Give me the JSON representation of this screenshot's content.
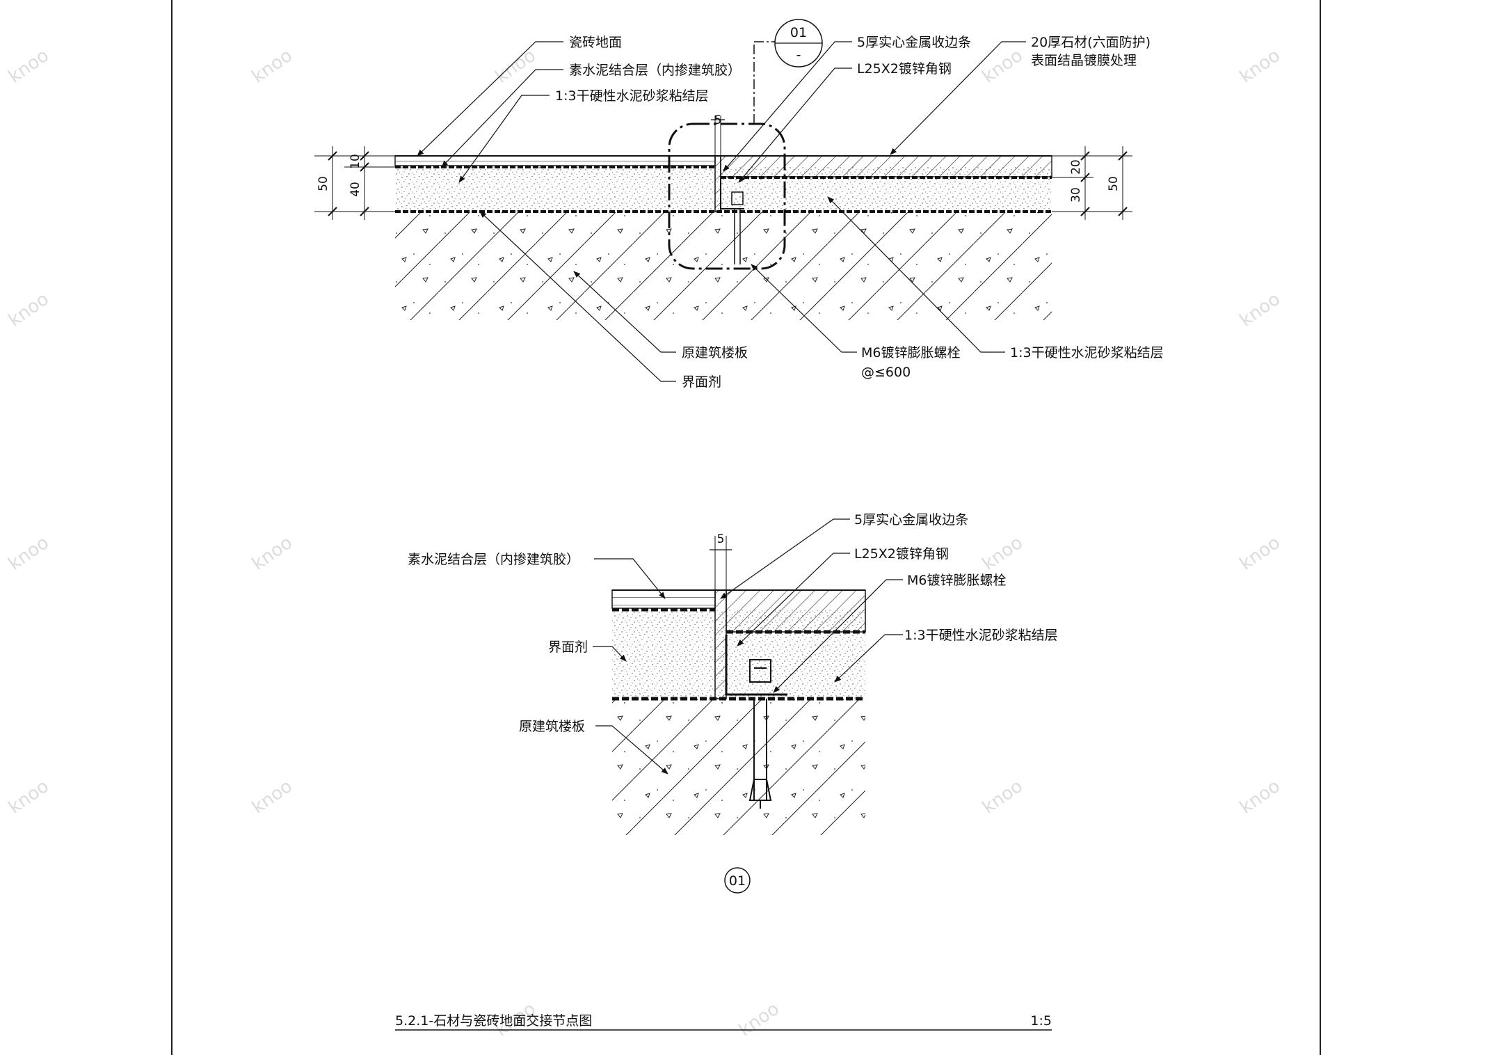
{
  "frame": {
    "stroke_color": "#222222"
  },
  "section_top": {
    "labels": {
      "tile_floor": "瓷砖地面",
      "cement_bond_layer": "素水泥结合层（内掺建筑胶）",
      "mortar_layer_left": "1:3干硬性水泥砂浆粘结层",
      "metal_trim": "5厚实心金属收边条",
      "angle_steel": "L25X2镀锌角钢",
      "stone_line1": "20厚石材(六面防护)",
      "stone_line2": "表面结晶镀膜处理",
      "original_slab": "原建筑楼板",
      "interface_agent": "界面剂",
      "bolt_line1": "M6镀锌膨胀螺栓",
      "bolt_line2": "@≤600",
      "mortar_layer_right": "1:3干硬性水泥砂浆粘结层"
    },
    "callout": {
      "number": "01",
      "sheet": "-"
    },
    "dims_left": {
      "total": "50",
      "top": "10",
      "bottom": "40"
    },
    "dims_right": {
      "top": "20",
      "bottom": "30",
      "total": "50"
    },
    "gap_dim": "5"
  },
  "section_detail": {
    "labels": {
      "metal_trim": "5厚实心金属收边条",
      "angle_steel": "L25X2镀锌角钢",
      "bolt": "M6镀锌膨胀螺栓",
      "cement_bond_layer": "素水泥结合层（内掺建筑胶）",
      "mortar_layer": "1:3干硬性水泥砂浆粘结层",
      "interface_agent": "界面剂",
      "original_slab": "原建筑楼板"
    },
    "gap_dim": "5",
    "detail_number": "01"
  },
  "title_block": {
    "title": "5.2.1-石材与瓷砖地面交接节点图",
    "scale": "1:5"
  },
  "watermark": {
    "text": "knoo",
    "color": "#d9d9d9"
  }
}
